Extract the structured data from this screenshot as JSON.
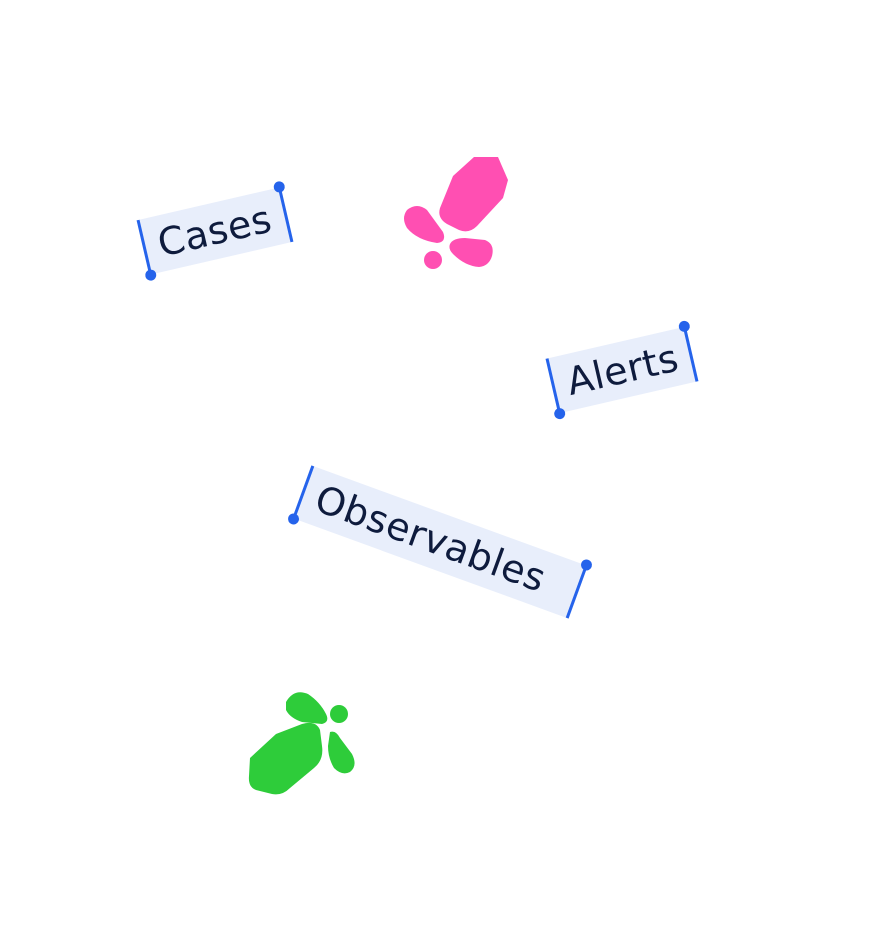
{
  "tags": {
    "cases": "Cases",
    "alerts": "Alerts",
    "observables": "Observables"
  },
  "colors": {
    "tag_background": "#e8eefb",
    "tag_text": "#0e1b3d",
    "caret": "#2563eb",
    "pink_logo": "#ff4fb2",
    "green_logo": "#2ecc3a"
  },
  "icons": [
    "cursor-caret-icon",
    "pink-bug-logo-icon",
    "green-bug-logo-icon"
  ]
}
